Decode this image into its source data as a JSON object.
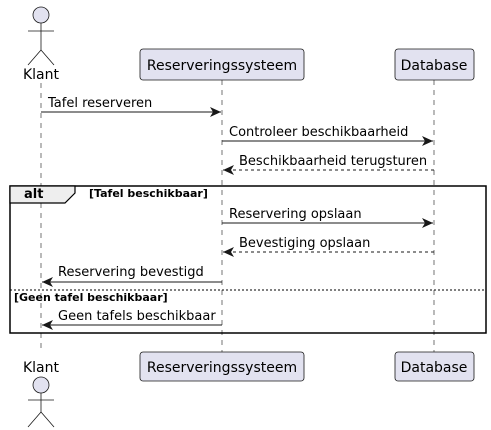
{
  "diagram": {
    "participants": [
      {
        "id": "klant",
        "label": "Klant",
        "kind": "actor"
      },
      {
        "id": "systeem",
        "label": "Reserveringssysteem",
        "kind": "participant"
      },
      {
        "id": "database",
        "label": "Database",
        "kind": "participant"
      }
    ],
    "messages": [
      {
        "label": "Tafel reserveren",
        "from": "klant",
        "to": "systeem",
        "style": "solid"
      },
      {
        "label": "Controleer beschikbaarheid",
        "from": "systeem",
        "to": "database",
        "style": "solid"
      },
      {
        "label": "Beschikbaarheid terugsturen",
        "from": "database",
        "to": "systeem",
        "style": "dashed"
      },
      {
        "label": "Reservering opslaan",
        "from": "systeem",
        "to": "database",
        "style": "solid"
      },
      {
        "label": "Bevestiging opslaan",
        "from": "database",
        "to": "systeem",
        "style": "dashed"
      },
      {
        "label": "Reservering bevestigd",
        "from": "systeem",
        "to": "klant",
        "style": "solid"
      },
      {
        "label": "Geen tafels beschikbaar",
        "from": "systeem",
        "to": "klant",
        "style": "solid"
      }
    ],
    "fragment": {
      "keyword": "alt",
      "conditions": [
        "[Tafel beschikbaar]",
        "[Geen tafel beschikbaar]"
      ]
    },
    "colors": {
      "participant_fill": "#E2E2F0",
      "participant_border": "#181818",
      "lifeline": "#181818",
      "fragment_header_fill": "#EEEEEE"
    }
  }
}
